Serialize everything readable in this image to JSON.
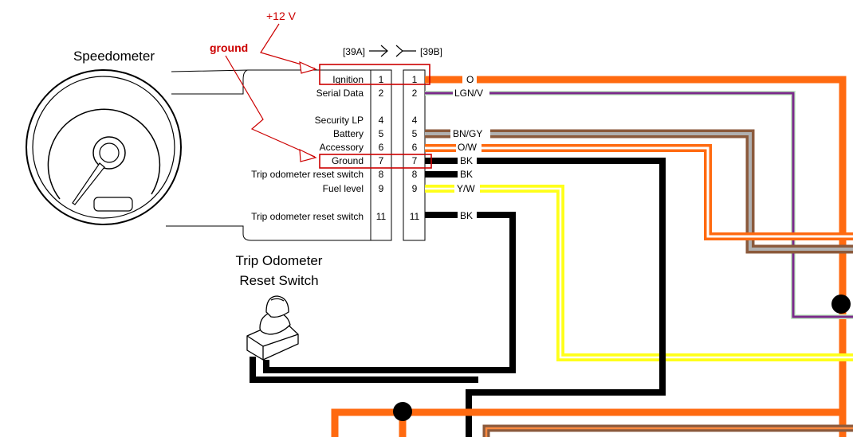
{
  "title_speedometer": "Speedometer",
  "title_trip_switch_line1": "Trip Odometer",
  "title_trip_switch_line2": "Reset Switch",
  "connector_a": "[39A]",
  "connector_b": "[39B]",
  "annotations": {
    "plus12v": "+12 V",
    "ground": "ground"
  },
  "pins": [
    {
      "label": "Ignition",
      "a": "1",
      "b": "1",
      "wire": "O"
    },
    {
      "label": "Serial Data",
      "a": "2",
      "b": "2",
      "wire": "LGN/V"
    },
    {
      "label": "Security LP",
      "a": "4",
      "b": "4",
      "wire": ""
    },
    {
      "label": "Battery",
      "a": "5",
      "b": "5",
      "wire": "BN/GY"
    },
    {
      "label": "Accessory",
      "a": "6",
      "b": "6",
      "wire": "O/W"
    },
    {
      "label": "Ground",
      "a": "7",
      "b": "7",
      "wire": "BK"
    },
    {
      "label": "Trip odometer reset switch",
      "a": "8",
      "b": "8",
      "wire": "BK"
    },
    {
      "label": "Fuel level",
      "a": "9",
      "b": "9",
      "wire": "Y/W"
    },
    {
      "label": "Trip odometer reset switch",
      "a": "11",
      "b": "11",
      "wire": "BK"
    }
  ],
  "colors": {
    "orange": "#ff6a10",
    "purple": "#7a2a8a",
    "brown": "#8b5a3c",
    "yellow": "#ffff1a",
    "black": "#000000",
    "annotation_red": "#cc0000"
  }
}
